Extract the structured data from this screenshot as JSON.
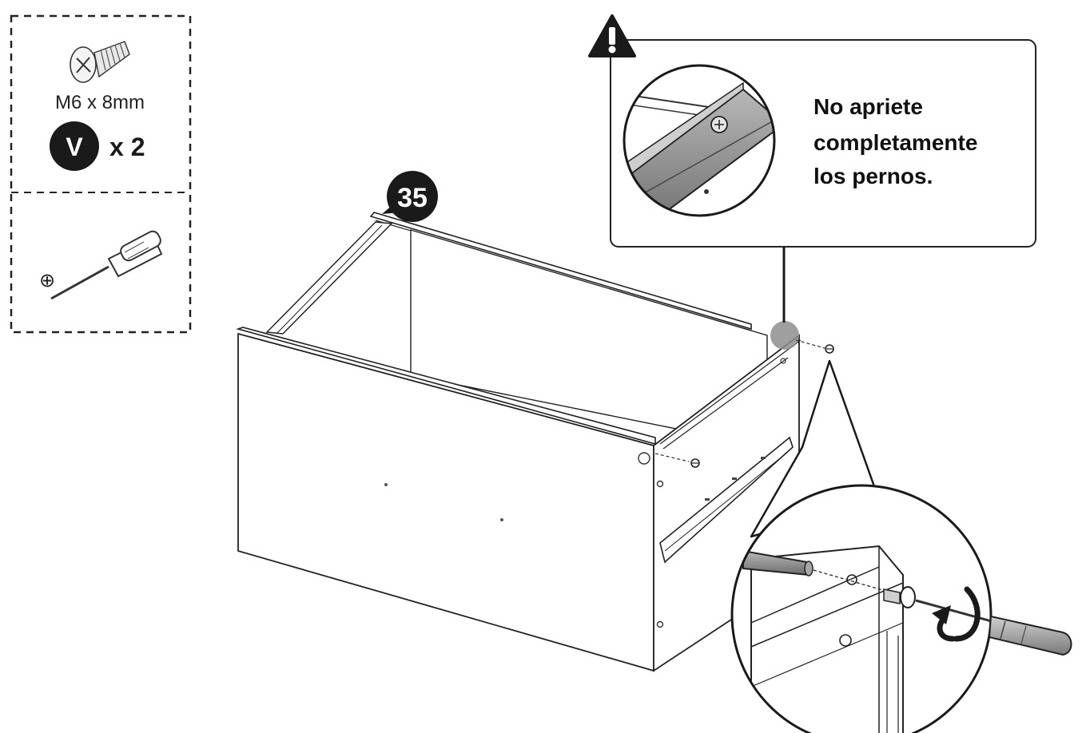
{
  "hardware": {
    "size_label": "M6 x 8mm",
    "part_letter": "V",
    "quantity": "x 2",
    "screw_icon": "screw-icon",
    "tool_icon": "phillips-screwdriver-icon",
    "tool_symbol": "⊕"
  },
  "step": {
    "number": "35"
  },
  "warning": {
    "icon": "warning-triangle-icon",
    "line1": "No apriete",
    "line2": "completamente",
    "line3": "los pernos."
  },
  "colors": {
    "ink": "#1a1a1a",
    "rail_gray": "#8c8c8c",
    "panel_fill": "#ffffff"
  }
}
